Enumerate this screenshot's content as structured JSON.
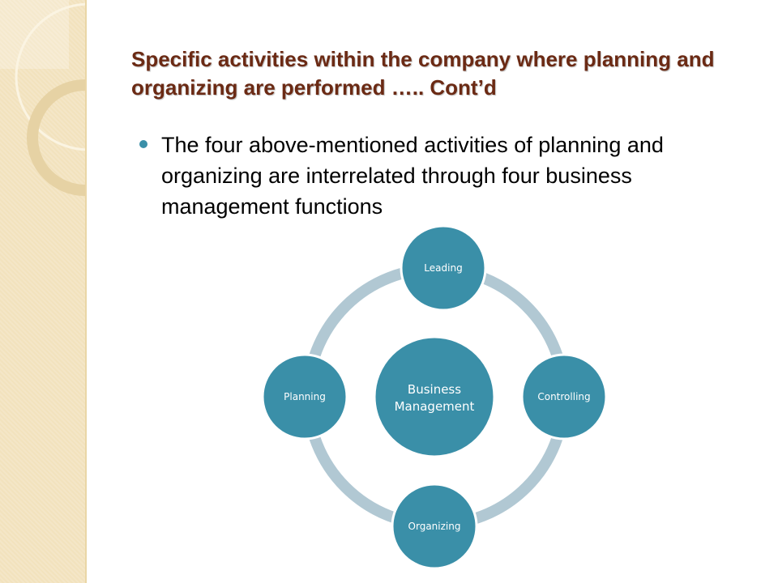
{
  "title": "Specific activities within the company where planning and organizing are performed ….. Cont’d",
  "bullets": [
    "The four above-mentioned activities of planning and organizing are interrelated through four business management functions"
  ],
  "diagram": {
    "center": [
      "Business",
      "Management"
    ],
    "nodes": {
      "top": "Leading",
      "right": "Controlling",
      "bottom": "Organizing",
      "left": "Planning"
    }
  },
  "colors": {
    "node": "#3a8fa8",
    "ring": "#b1c8d3",
    "title": "#6b2a14",
    "sidebar": "#f2e2bd"
  }
}
